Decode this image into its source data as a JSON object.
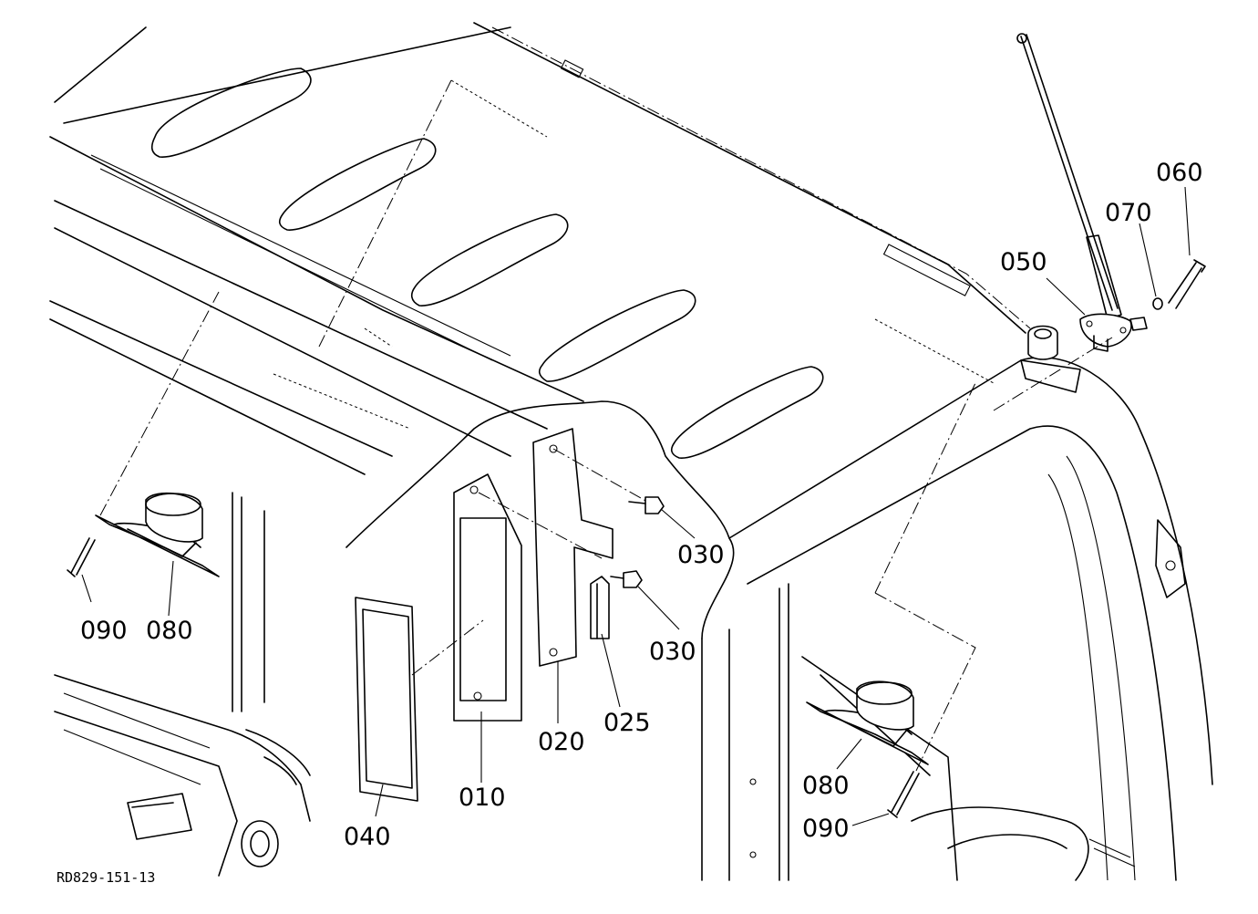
{
  "drawing_ref": "RD829-151-13",
  "callouts": {
    "p010": "010",
    "p020": "020",
    "p025": "025",
    "p030a": "030",
    "p030b": "030",
    "p040": "040",
    "p050": "050",
    "p060": "060",
    "p070": "070",
    "p080a": "080",
    "p080b": "080",
    "p090a": "090",
    "p090b": "090"
  }
}
